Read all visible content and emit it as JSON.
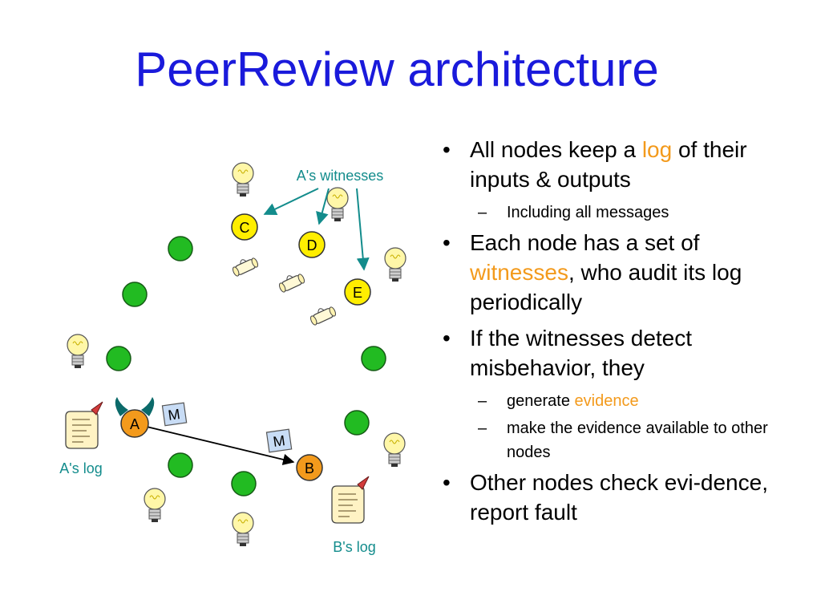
{
  "title": "PeerReview architecture",
  "colors": {
    "title": "#1a1adb",
    "highlight": "#f39a1c",
    "teal_label": "#138c8c",
    "node_green": "#22bb22",
    "node_yellow": "#ffee00",
    "node_orange": "#f39a1c"
  },
  "diagram": {
    "witness_label": "A's witnesses",
    "a_log_label": "A's log",
    "b_log_label": "B's log",
    "nodes": {
      "a": "A",
      "b": "B",
      "c": "C",
      "d": "D",
      "e": "E"
    },
    "message_label": "M"
  },
  "bullets": {
    "b1": {
      "t1": "All nodes keep a ",
      "h1": "log",
      "t2": " of their inputs & outputs"
    },
    "b1_sub1": "Including all messages",
    "b2": {
      "t1": "Each node has a set of ",
      "h1": "witnesses",
      "t2": ", who audit its log periodically"
    },
    "b3": {
      "t1": "If the witnesses detect misbehavior, they"
    },
    "b3_sub1": {
      "t1": "generate ",
      "h1": "evidence"
    },
    "b3_sub2": "make the evidence available to other nodes",
    "b4": {
      "t1": "Other nodes check evi-dence, report fault"
    }
  }
}
